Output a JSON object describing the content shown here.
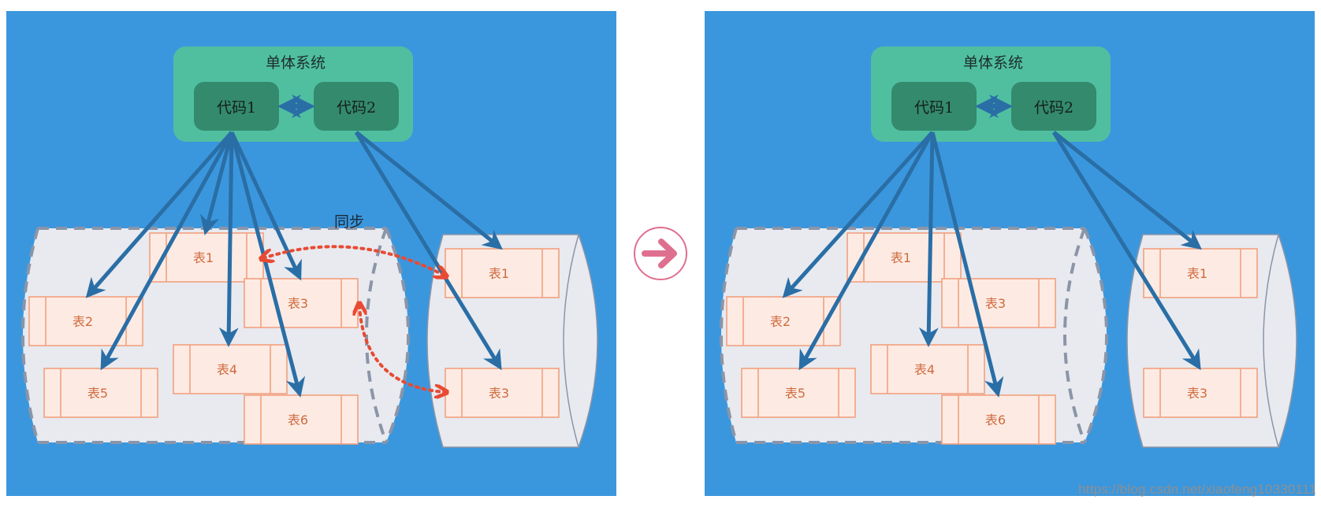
{
  "left": {
    "system_title": "单体系统",
    "code1": "代码1",
    "code2": "代码2",
    "sync_label": "同步",
    "db_main_tables": [
      "表1",
      "表2",
      "表3",
      "表4",
      "表5",
      "表6"
    ],
    "db_side_tables": [
      "表1",
      "表3"
    ]
  },
  "right": {
    "system_title": "单体系统",
    "code1": "代码1",
    "code2": "代码2",
    "db_main_tables": [
      "表1",
      "表2",
      "表3",
      "表4",
      "表5",
      "表6"
    ],
    "db_side_tables": [
      "表1",
      "表3"
    ]
  },
  "transition_icon": "arrow-right-circle-icon",
  "watermark": "https://blog.csdn.net/xiaofeng10330111",
  "colors": {
    "panel_bg": "#3b97dd",
    "system_box": "#50bfa0",
    "code_box": "#348a6c",
    "arrow": "#2a6ea6",
    "sync_arrow": "#e84a33",
    "db_fill": "#e8eaef",
    "db_stroke": "#8b95a8",
    "table_fill": "#fdebe3",
    "table_stroke": "#f2a07f",
    "table_text": "#d06a3e",
    "transition_pink": "#df6f8f"
  }
}
